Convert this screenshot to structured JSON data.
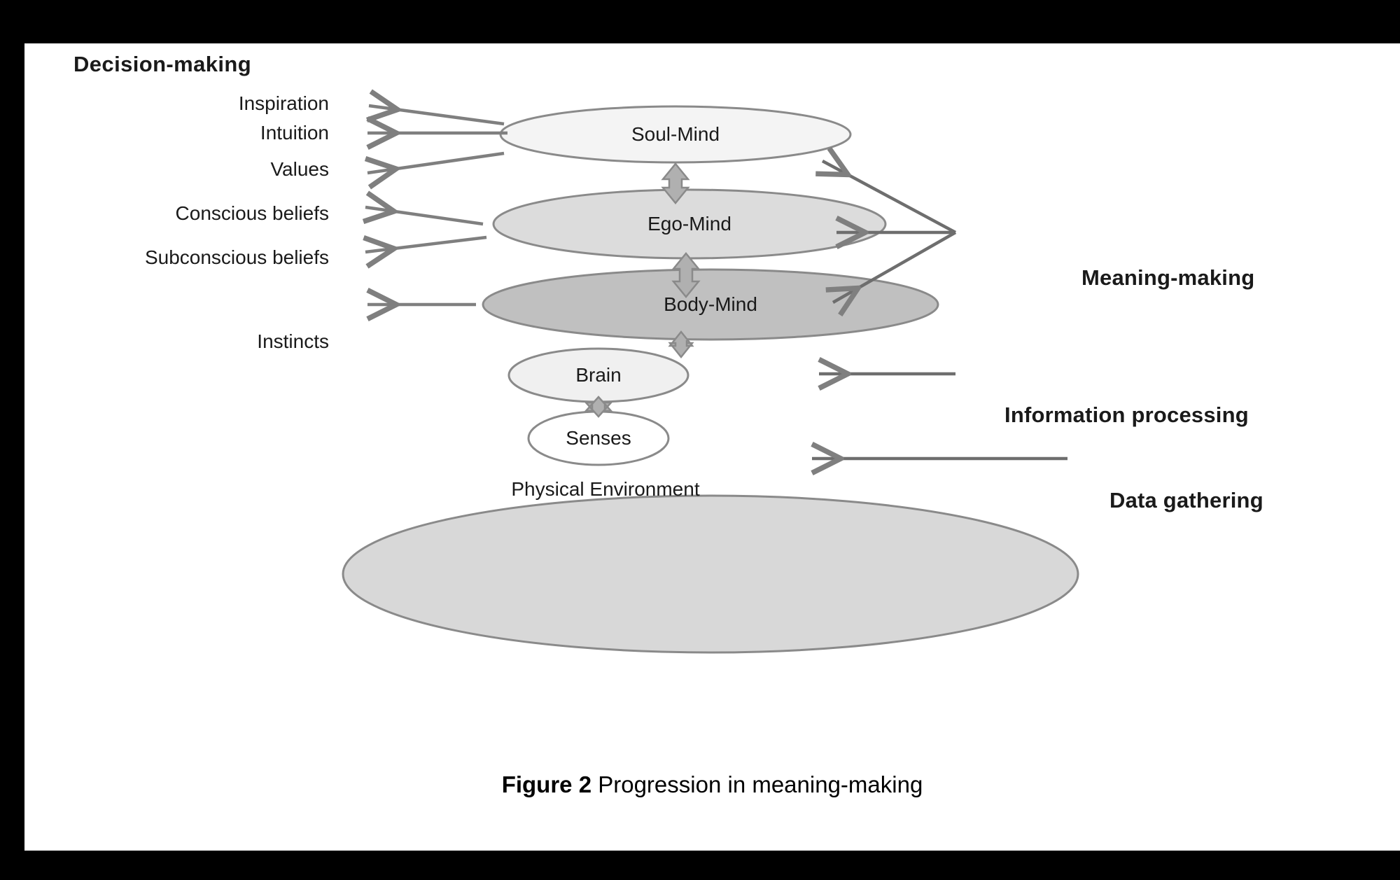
{
  "figure": {
    "caption_label": "Figure 2",
    "caption_text": " Progression in meaning-making"
  },
  "groups": {
    "decision_making_heading": "Decision-making"
  },
  "left_labels": [
    {
      "text": "Inspiration"
    },
    {
      "text": "Intuition"
    },
    {
      "text": "Values"
    },
    {
      "text": "Conscious beliefs"
    },
    {
      "text": "Subconscious beliefs"
    },
    {
      "text": "Instincts"
    }
  ],
  "right_labels": [
    {
      "text": "Meaning-making"
    },
    {
      "text": "Information processing"
    },
    {
      "text": "Data gathering"
    }
  ],
  "nodes": [
    {
      "text": "Soul-Mind"
    },
    {
      "text": "Ego-Mind"
    },
    {
      "text": "Body-Mind"
    },
    {
      "text": "Brain"
    },
    {
      "text": "Senses"
    },
    {
      "text": "Physical Environment"
    }
  ],
  "colors": {
    "frame_border": "#000000",
    "page_background": "#ffffff",
    "stroke": "#808080",
    "arrow_gray": "#7f7f7f",
    "soul_mind_fill": "#f4f4f4",
    "ego_mind_fill": "#dcdcdc",
    "body_mind_fill": "#c0c0c0",
    "brain_fill": "#f0f0f0",
    "senses_fill": "#ffffff",
    "physical_environment_fill": "#d8d8d8",
    "text": "#1a1a1a"
  }
}
